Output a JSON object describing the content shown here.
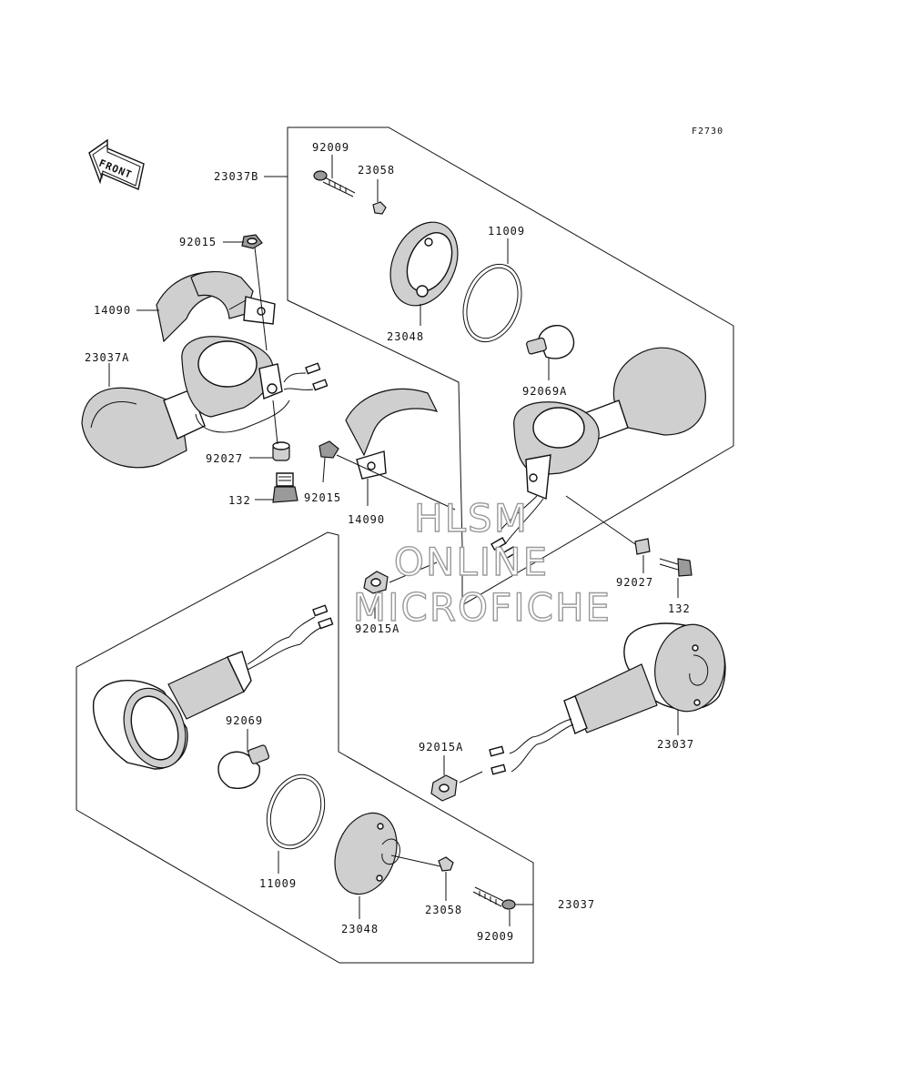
{
  "figure_code": "F2730",
  "front_marker": "FRONT",
  "watermark": {
    "line1": "HLSM",
    "line2": "ONLINE",
    "line3": "MICROFICHE"
  },
  "callouts": {
    "p92009_top": "92009",
    "p23058_top": "23058",
    "p23037B": "23037B",
    "p11009_top": "11009",
    "p92015_top": "92015",
    "p14090_left": "14090",
    "p23037A": "23037A",
    "p23048_top": "23048",
    "p92069A": "92069A",
    "p92027_left": "92027",
    "p132_left": "132",
    "p92015_mid": "92015",
    "p14090_mid": "14090",
    "p92027_right": "92027",
    "p132_right": "132",
    "p92015A_mid": "92015A",
    "p92069": "92069",
    "p23037": "23037",
    "p92015A_low": "92015A",
    "p11009_low": "11009",
    "p23058_low": "23058",
    "p23037_low": "23037",
    "p23048_low": "23048",
    "p92009_low": "92009"
  }
}
